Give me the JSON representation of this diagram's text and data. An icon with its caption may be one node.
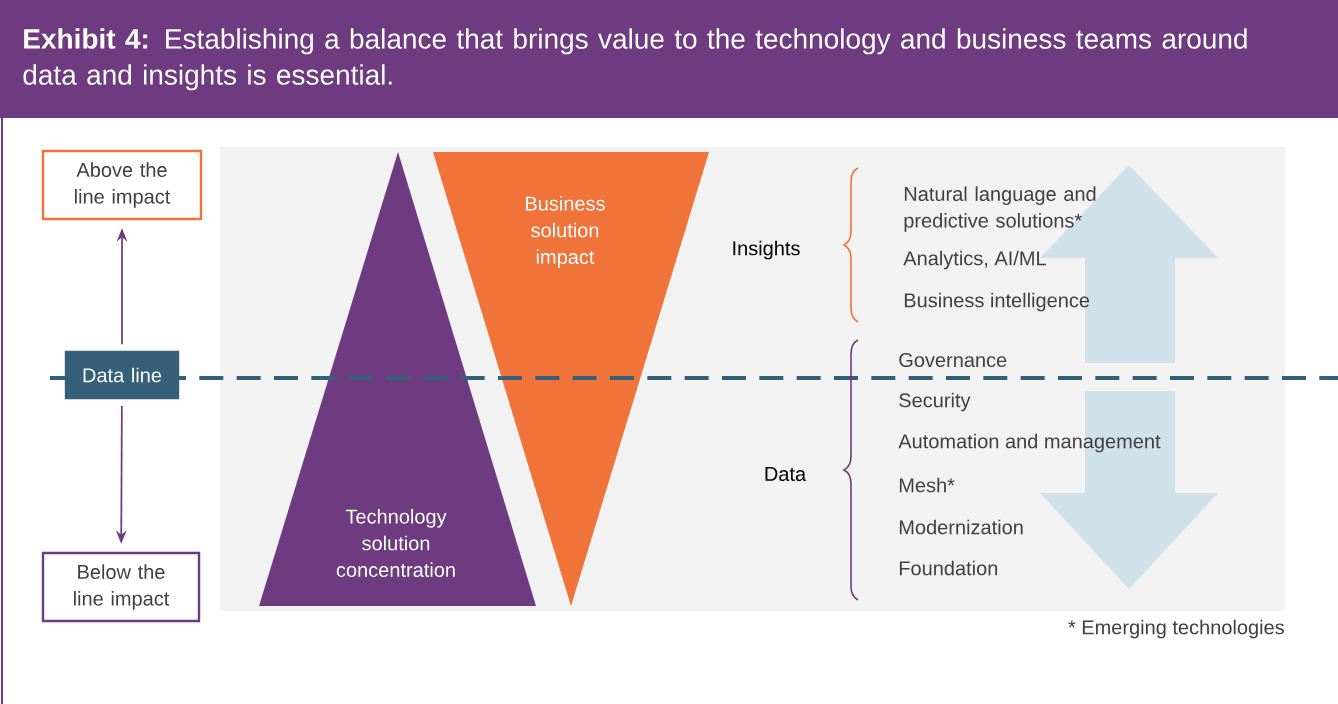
{
  "diagram": {
    "title": "**Exhibit 4:** Establishing a balance that brings value to the technology and business teams around data and insights is essential.",
    "nodes": [
      {
        "text": [
          "Above the line impact"
        ]
      },
      {
        "text": [
          "Data line"
        ]
      },
      {
        "text": [
          "Below the line impact"
        ]
      },
      {
        "text": [
          "Technology solution concentration"
        ]
      },
      {
        "text": [
          "Business solution impact"
        ]
      }
    ],
    "edges": [
      {
        "from": 1,
        "to": 0,
        "arrow": "to"
      },
      {
        "from": 1,
        "to": 2,
        "arrow": "to"
      }
    ],
    "labels": [
      "Insights",
      "Natural language and predictive solutions*",
      "Analytics, AI/ML",
      "Business intelligence",
      "Governance",
      "Data",
      "Security",
      "Automation and management",
      "Mesh*",
      "Modernization",
      "Foundation",
      "* Emerging technologies"
    ]
  }
}
